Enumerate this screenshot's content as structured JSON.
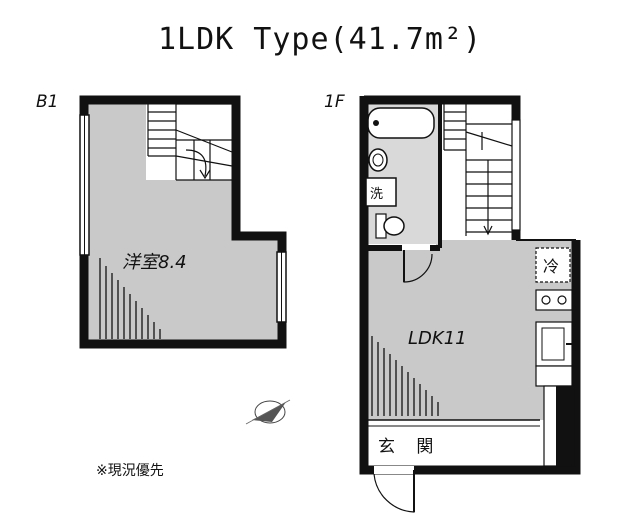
{
  "title": "1LDK Type(41.7m²)",
  "floors": {
    "b1": {
      "label": "B1",
      "room_label": "洋室8.4"
    },
    "f1": {
      "label": "1F",
      "ldk_label": "LDK11",
      "entrance_label": "玄 関",
      "fridge_label": "冷",
      "washer_label": "洗"
    }
  },
  "note": "※現況優先",
  "colors": {
    "floor_fill": "#c9c9c9",
    "wall": "#111111",
    "bath_fill": "#d9d9d9"
  }
}
